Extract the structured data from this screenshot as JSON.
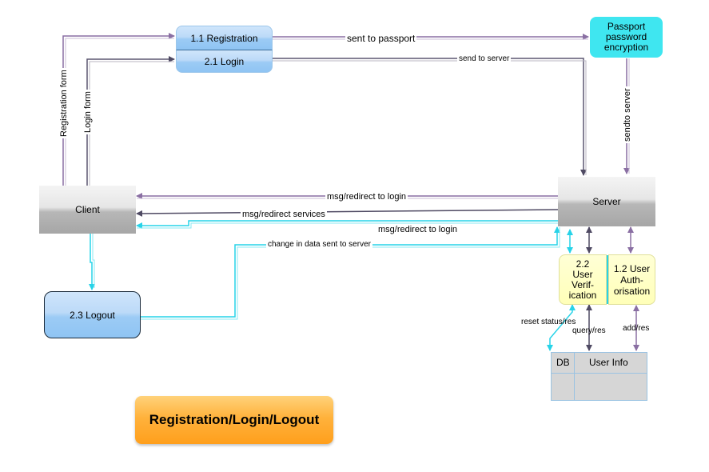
{
  "nodes": {
    "registration": "1.1 Registration",
    "login": "2.1 Login",
    "passport": [
      "Passport",
      "password",
      "encryption"
    ],
    "client": "Client",
    "server": "Server",
    "logout": "2.3 Logout",
    "user_verification": [
      "2.2",
      "User",
      "Verif-",
      "ication"
    ],
    "user_authorisation": [
      "1.2 User",
      "Auth-",
      "orisation"
    ],
    "db_id": "DB",
    "db_name": "User Info",
    "title": "Registration/Login/Logout"
  },
  "edges": {
    "sent_to_passport": "sent to passport",
    "send_to_server": "send to server",
    "sendto_server": "sendto server",
    "registration_form": "Registration form",
    "login_form": "Login form",
    "msg_redirect_login_1": "msg/redirect to login",
    "msg_redirect_services": "msg/redirect services",
    "msg_redirect_login_2": "msg/redirect to login",
    "change_in_data": "change in data sent to server",
    "reset_status": "reset status/res",
    "query_res": "query/res",
    "add_res": "add/res"
  },
  "colors": {
    "purple": "#8a6fa3",
    "dark": "#5b5670",
    "cyan": "#27d3e8",
    "title_orange": "#ffa624"
  }
}
